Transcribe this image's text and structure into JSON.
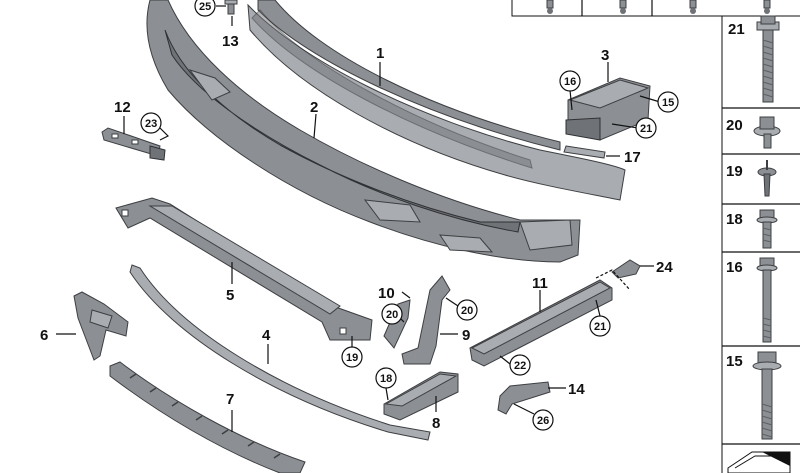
{
  "colors": {
    "part_fill": "#8c8f93",
    "part_light": "#a9acb0",
    "part_dark": "#6f7276",
    "outline": "#3d3f42",
    "text": "#111111",
    "background": "#ffffff"
  },
  "callouts": {
    "c1": "1",
    "c2": "2",
    "c3": "3",
    "c4": "4",
    "c5": "5",
    "c6": "6",
    "c7": "7",
    "c8": "8",
    "c9": "9",
    "c10": "10",
    "c11": "11",
    "c12": "12",
    "c13": "13",
    "c14": "14",
    "c15": "15",
    "c16": "16",
    "c17": "17",
    "c18": "18",
    "c19": "19",
    "c20": "20",
    "c21": "21",
    "c22": "22",
    "c23": "23",
    "c24": "24",
    "c25": "25",
    "c26": "26"
  },
  "circled_callouts": {
    "p3_16": "16",
    "p3_15": "15",
    "p3_21": "21",
    "p12_23": "23",
    "p13_25": "25",
    "p10_20": "20",
    "p9_20": "20",
    "p5_19": "19",
    "p8_18": "18",
    "p11_21": "21",
    "p11_22": "22",
    "p14_26": "26"
  },
  "sidebar": {
    "items": [
      {
        "number": "21",
        "icon": "flange-bolt-icon"
      },
      {
        "number": "20",
        "icon": "washer-screw-icon"
      },
      {
        "number": "19",
        "icon": "expanding-rivet-icon"
      },
      {
        "number": "18",
        "icon": "hex-bolt-short-icon"
      },
      {
        "number": "16",
        "icon": "hex-bolt-long-icon"
      },
      {
        "number": "15",
        "icon": "flange-bolt-large-icon"
      }
    ],
    "footer_icon": "parts-set-icon"
  }
}
